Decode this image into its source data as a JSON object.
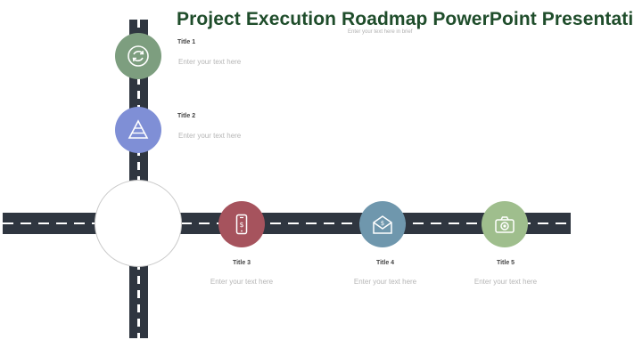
{
  "slide": {
    "title": "Project Execution Roadmap PowerPoint Presentation PPT",
    "subtitle": "Enter your text here in brief"
  },
  "colors": {
    "road": "#2f3640",
    "green": "#7d9e7f",
    "purple": "#7f8fd6",
    "red": "#a6535d",
    "teal": "#6f97ad",
    "lightgreen": "#9fbe8d",
    "title": "#1f4d2b"
  },
  "milestones": [
    {
      "title": "Title 1",
      "text": "Enter your text here",
      "icon": "refresh-cycle-icon"
    },
    {
      "title": "Title 2",
      "text": "Enter your text here",
      "icon": "pyramid-icon"
    },
    {
      "title": "Title 3",
      "text": "Enter your text here",
      "icon": "mobile-dollar-icon"
    },
    {
      "title": "Title 4",
      "text": "Enter your text here",
      "icon": "envelope-dollar-icon"
    },
    {
      "title": "Title 5",
      "text": "Enter your text here",
      "icon": "camera-icon"
    }
  ]
}
